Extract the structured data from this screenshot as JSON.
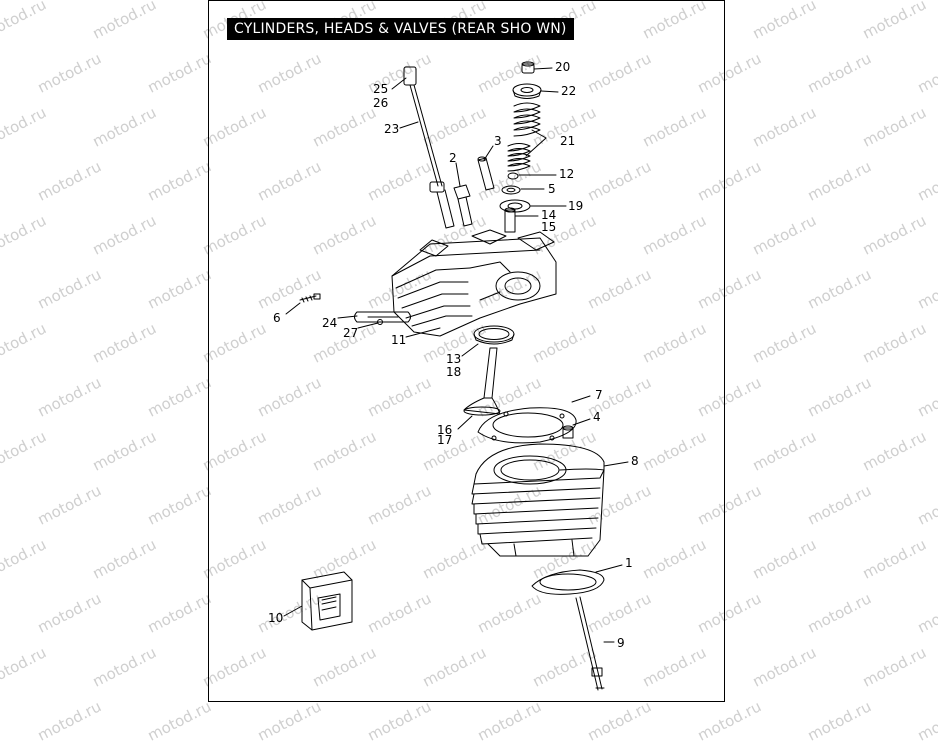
{
  "title": "CYLINDERS,  HEADS & VALVES (REAR SHO  WN)",
  "watermark": "motod.ru",
  "labels": [
    {
      "id": "20",
      "text": "20"
    },
    {
      "id": "22",
      "text": "22"
    },
    {
      "id": "25",
      "text": "25"
    },
    {
      "id": "26",
      "text": "26"
    },
    {
      "id": "23",
      "text": "23"
    },
    {
      "id": "3",
      "text": "3"
    },
    {
      "id": "21",
      "text": "21"
    },
    {
      "id": "2",
      "text": "2"
    },
    {
      "id": "12",
      "text": "12"
    },
    {
      "id": "5",
      "text": "5"
    },
    {
      "id": "19",
      "text": "19"
    },
    {
      "id": "14",
      "text": "14"
    },
    {
      "id": "15",
      "text": "15"
    },
    {
      "id": "6",
      "text": "6"
    },
    {
      "id": "24",
      "text": "24"
    },
    {
      "id": "27",
      "text": "27"
    },
    {
      "id": "11",
      "text": "11"
    },
    {
      "id": "13",
      "text": "13"
    },
    {
      "id": "18",
      "text": "18"
    },
    {
      "id": "7",
      "text": "7"
    },
    {
      "id": "4",
      "text": "4"
    },
    {
      "id": "16",
      "text": "16"
    },
    {
      "id": "17",
      "text": "17"
    },
    {
      "id": "8",
      "text": "8"
    },
    {
      "id": "1",
      "text": "1"
    },
    {
      "id": "10",
      "text": "10"
    },
    {
      "id": "9",
      "text": "9"
    }
  ],
  "colors": {
    "ink": "#000000",
    "watermark": "#cfcfcf",
    "title_bg": "#000000",
    "title_fg": "#ffffff"
  }
}
